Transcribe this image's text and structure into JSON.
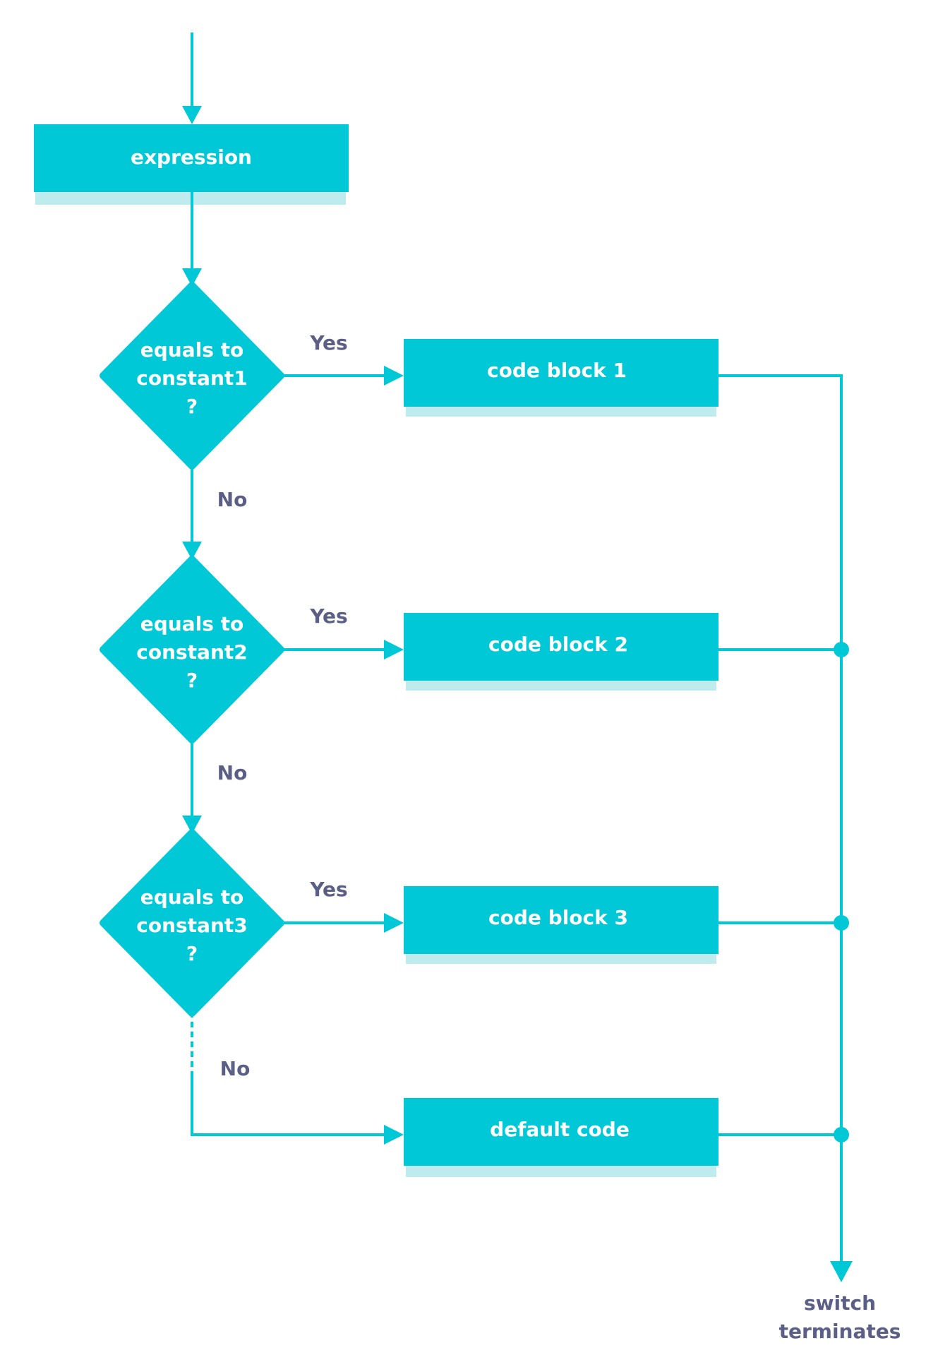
{
  "colors": {
    "accent": "#00c8d7",
    "edge_label": "#5b5f86",
    "shadow": "#bdebee",
    "background": "#ffffff"
  },
  "nodes": {
    "expression": "expression",
    "decision1": [
      "equals to",
      "constant1",
      "?"
    ],
    "decision2": [
      "equals to",
      "constant2",
      "?"
    ],
    "decision3": [
      "equals to",
      "constant3",
      "?"
    ],
    "block1": "code block 1",
    "block2": "code block 2",
    "block3": "code block 3",
    "default": "default code",
    "end": [
      "switch",
      "terminates"
    ]
  },
  "edge_labels": {
    "yes": "Yes",
    "no": "No"
  }
}
